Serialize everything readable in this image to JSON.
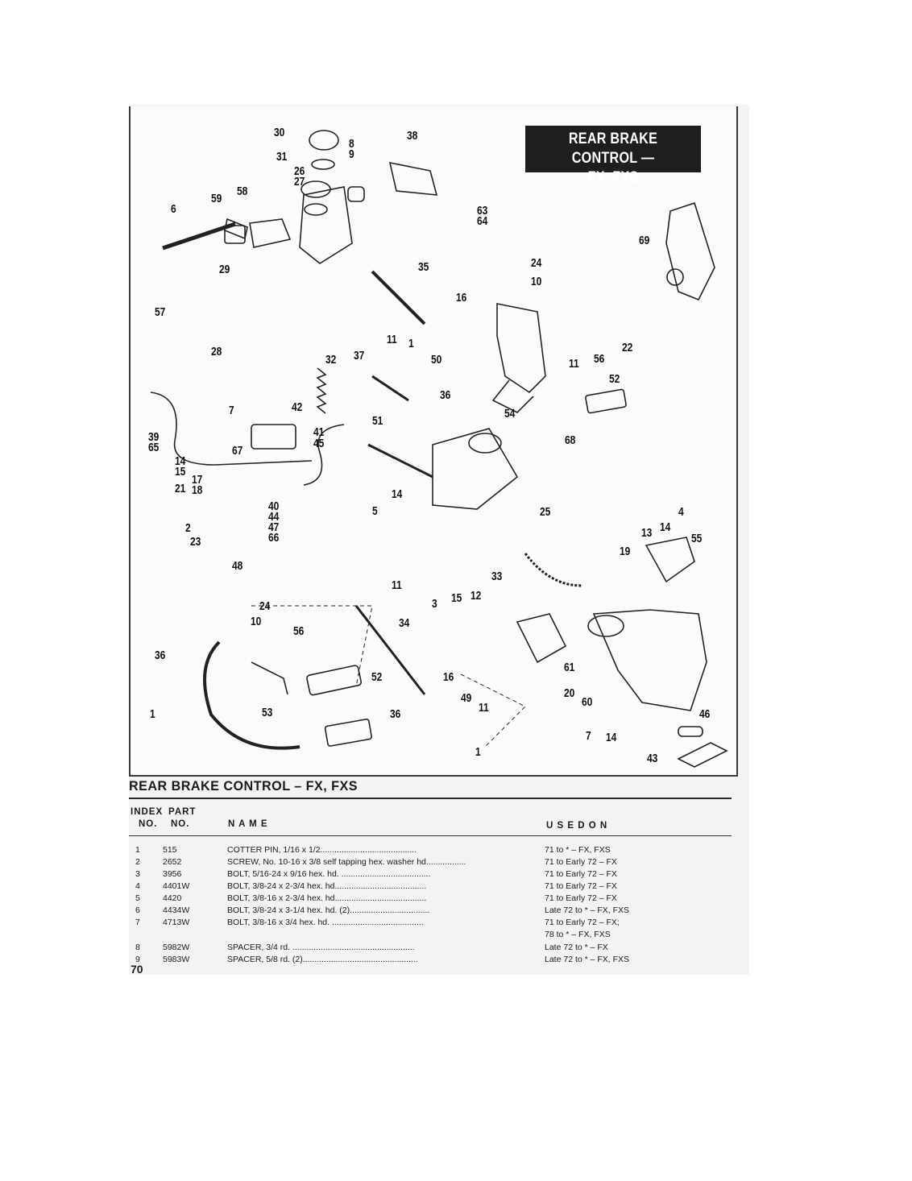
{
  "header": {
    "badge_line1": "REAR BRAKE CONTROL —",
    "badge_line2": "FX, FXS"
  },
  "callouts": [
    "30",
    "31",
    "8",
    "9",
    "38",
    "26",
    "27",
    "58",
    "59",
    "6",
    "63",
    "64",
    "69",
    "29",
    "35",
    "24",
    "10",
    "57",
    "16",
    "22",
    "28",
    "11",
    "1",
    "56",
    "32",
    "37",
    "50",
    "11",
    "7",
    "42",
    "36",
    "52",
    "54",
    "39",
    "65",
    "51",
    "41",
    "45",
    "68",
    "67",
    "14",
    "15",
    "17",
    "18",
    "21",
    "25",
    "14",
    "5",
    "4",
    "40",
    "44",
    "47",
    "66",
    "13",
    "14",
    "2",
    "23",
    "19",
    "55",
    "48",
    "33",
    "11",
    "24",
    "10",
    "3",
    "15",
    "12",
    "34",
    "56",
    "36",
    "52",
    "16",
    "61",
    "49",
    "1",
    "20",
    "60",
    "11",
    "53",
    "36",
    "7",
    "14",
    "46",
    "1",
    "43"
  ],
  "section_title": "REAR BRAKE CONTROL – FX, FXS",
  "table": {
    "headers": {
      "index_top": "INDEX",
      "index_bottom": "NO.",
      "part_top": "PART",
      "part_bottom": "NO.",
      "name": "N A M E",
      "used_on": "U S E D   O N"
    },
    "rows": [
      {
        "index": "1",
        "part": "515",
        "name": "COTTER PIN, 1/16 x 1/2.........................................",
        "used": "71 to * – FX,  FXS"
      },
      {
        "index": "2",
        "part": "2652",
        "name": "SCREW, No. 10-16 x 3/8 self tapping hex. washer hd.................",
        "used": "71 to Early 72 – FX"
      },
      {
        "index": "3",
        "part": "3956",
        "name": "BOLT, 5/16-24 x 9/16 hex. hd. ......................................",
        "used": "71 to Early 72 – FX"
      },
      {
        "index": "4",
        "part": "4401W",
        "name": "BOLT, 3/8-24 x 2-3/4 hex. hd.......................................",
        "used": "71 to Early 72 – FX"
      },
      {
        "index": "5",
        "part": "4420",
        "name": "BOLT, 3/8-16 x 2-3/4 hex. hd.......................................",
        "used": "71 to Early 72 – FX"
      },
      {
        "index": "6",
        "part": "4434W",
        "name": "BOLT, 3/8-24 x 3-1/4 hex. hd. (2)..................................",
        "used": "Late 72 to * – FX,  FXS"
      },
      {
        "index": "7",
        "part": "4713W",
        "name": "BOLT, 3/8-16 x 3/4 hex. hd. .......................................",
        "used": "71 to Early 72 – FX;"
      },
      {
        "index": "",
        "part": "",
        "name": "",
        "used": "78 to * – FX,  FXS"
      },
      {
        "index": "8",
        "part": "5982W",
        "name": "SPACER, 3/4 rd. ....................................................",
        "used": "Late 72 to * – FX"
      },
      {
        "index": "9",
        "part": "5983W",
        "name": "SPACER, 5/8 rd. (2).................................................",
        "used": "Late 72 to * – FX,  FXS"
      }
    ]
  },
  "page_number": "70"
}
